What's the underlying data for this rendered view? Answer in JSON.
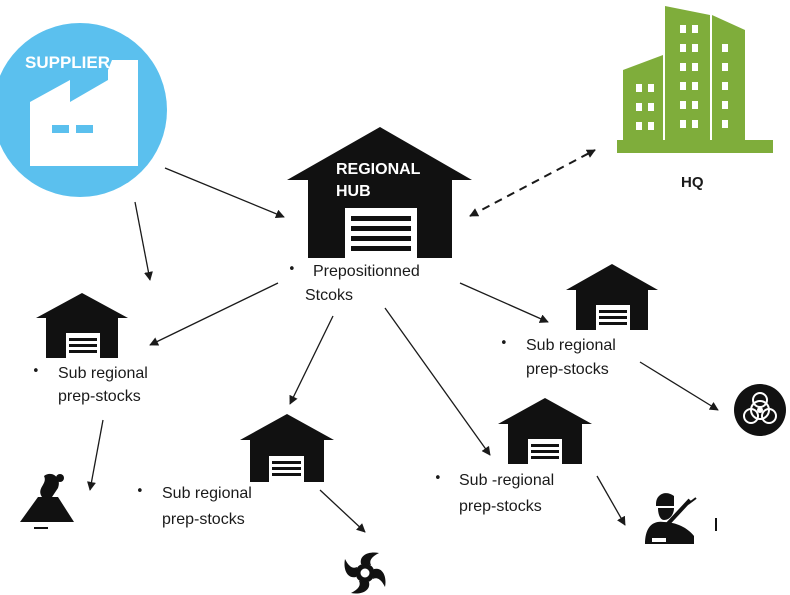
{
  "supplier": {
    "label": "SUPPLIER",
    "color": "#5bc0ee"
  },
  "hq": {
    "label": "HQ",
    "color": "#7fad3b"
  },
  "hub": {
    "label_line1": "REGIONAL",
    "label_line2": "HUB",
    "line1": "Prepositionned",
    "line2": "Stcoks"
  },
  "substocks": [
    {
      "line1": "Sub regional",
      "line2": "prep-stocks"
    },
    {
      "line1": "Sub regional",
      "line2": "prep-stocks"
    },
    {
      "line1": "Sub -regional",
      "line2": "prep-stocks"
    },
    {
      "line1": "Sub regional",
      "line2": "prep-stocks"
    }
  ],
  "hazards": [
    "volcano-icon",
    "cyclone-icon",
    "conflict-soldier-icon",
    "biohazard-icon"
  ]
}
